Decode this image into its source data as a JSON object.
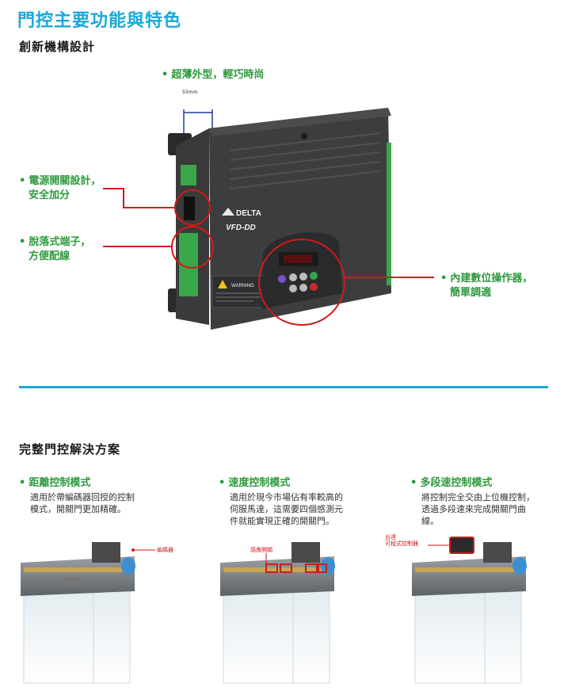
{
  "title": "門控主要功能與特色",
  "section1_title": "創新機構設計",
  "callouts": {
    "thin": "超薄外型，輕巧時尚",
    "power_line1": "電源開關設計，",
    "power_line2": "安全加分",
    "terminal_line1": "脫落式端子，",
    "terminal_line2": "方便配線",
    "keypad_line1": "內建數位操作器，",
    "keypad_line2": "簡單調適"
  },
  "dimension_label": "55mm",
  "device": {
    "brand": "DELTA",
    "model": "VFD-DD",
    "warning": "WARNING"
  },
  "section2_title": "完整門控解決方案",
  "modes": [
    {
      "title": "距離控制模式",
      "desc_lines": [
        "適用於帶編碼器回授的控制",
        "模式，開關門更加精確。"
      ],
      "tag": "編碼器"
    },
    {
      "title": "速度控制模式",
      "desc_lines": [
        "適用於現今市場佔有率較高的",
        "伺服馬達，這需要四個感測元",
        "件就能實現正確的開關門。"
      ],
      "tag": "感應開關"
    },
    {
      "title": "多段速控制模式",
      "desc_lines": [
        "將控制完全交由上位機控制，",
        "透過多段速來完成開關門曲",
        "線。"
      ],
      "tag_line1": "台達",
      "tag_line2": "可程式控制器"
    }
  ],
  "colors": {
    "title_blue": "#17a9d9",
    "accent_green": "#2e9a3e",
    "callout_red": "#d11a1a",
    "divider_blue": "#1aa6d6"
  }
}
